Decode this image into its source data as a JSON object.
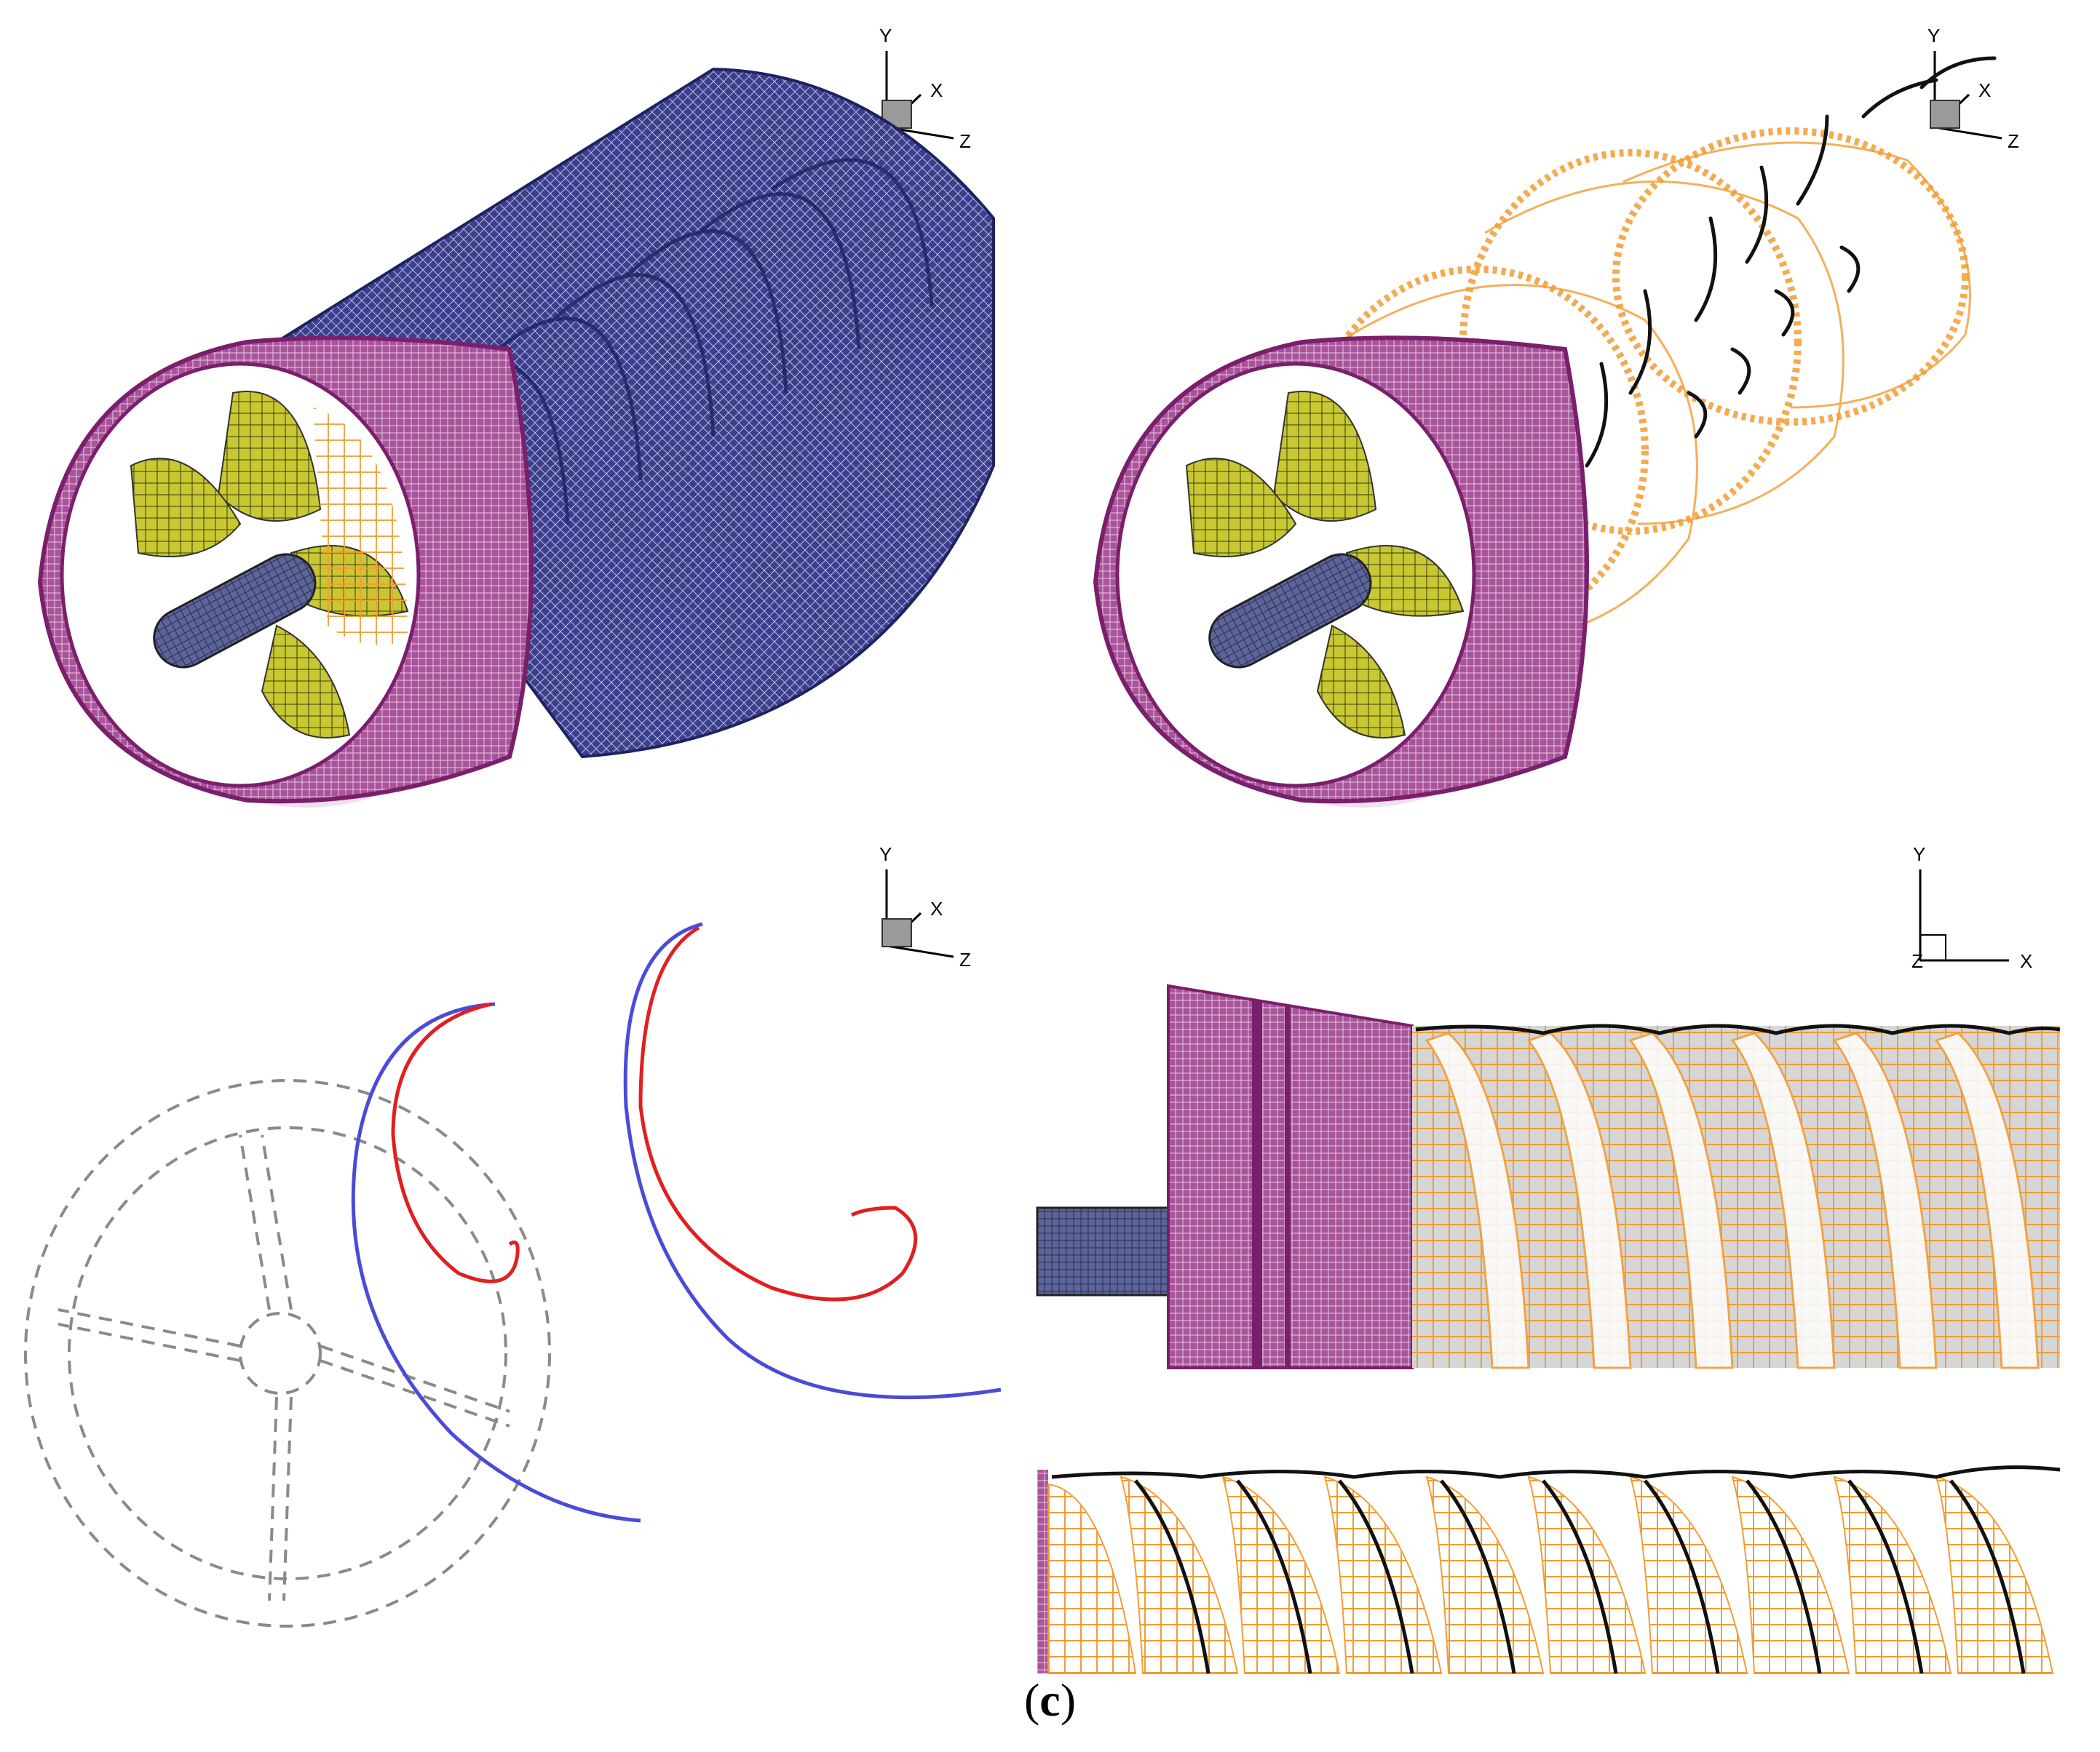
{
  "figure": {
    "caption_open": "(",
    "caption_letter": "c",
    "caption_close": ")",
    "colors": {
      "duct_purple": "#8a2a7a",
      "duct_light": "#d9a9d0",
      "cylinder_blue": "#2a2f7a",
      "cylinder_light": "#c9c9e6",
      "blade_yellow": "#b8b820",
      "hub_blue": "#5d6498",
      "vortex_orange": "#f39c33",
      "tip_vortex_blue": "#4b4bd8",
      "hub_vortex_red": "#e02020",
      "outline_gray": "#8a8a8a",
      "trace_black": "#111111"
    }
  },
  "panels": {
    "top_left": {
      "axis": {
        "y": "Y",
        "x": "X",
        "z": "Z"
      }
    },
    "top_right": {
      "axis": {
        "y": "Y",
        "x": "X",
        "z": "Z"
      }
    },
    "bottom_left": {
      "axis": {
        "y": "Y",
        "x": "X",
        "z": "Z"
      }
    },
    "bottom_right": {
      "axis": {
        "y": "Y",
        "x": "X",
        "z": "Z"
      }
    }
  }
}
